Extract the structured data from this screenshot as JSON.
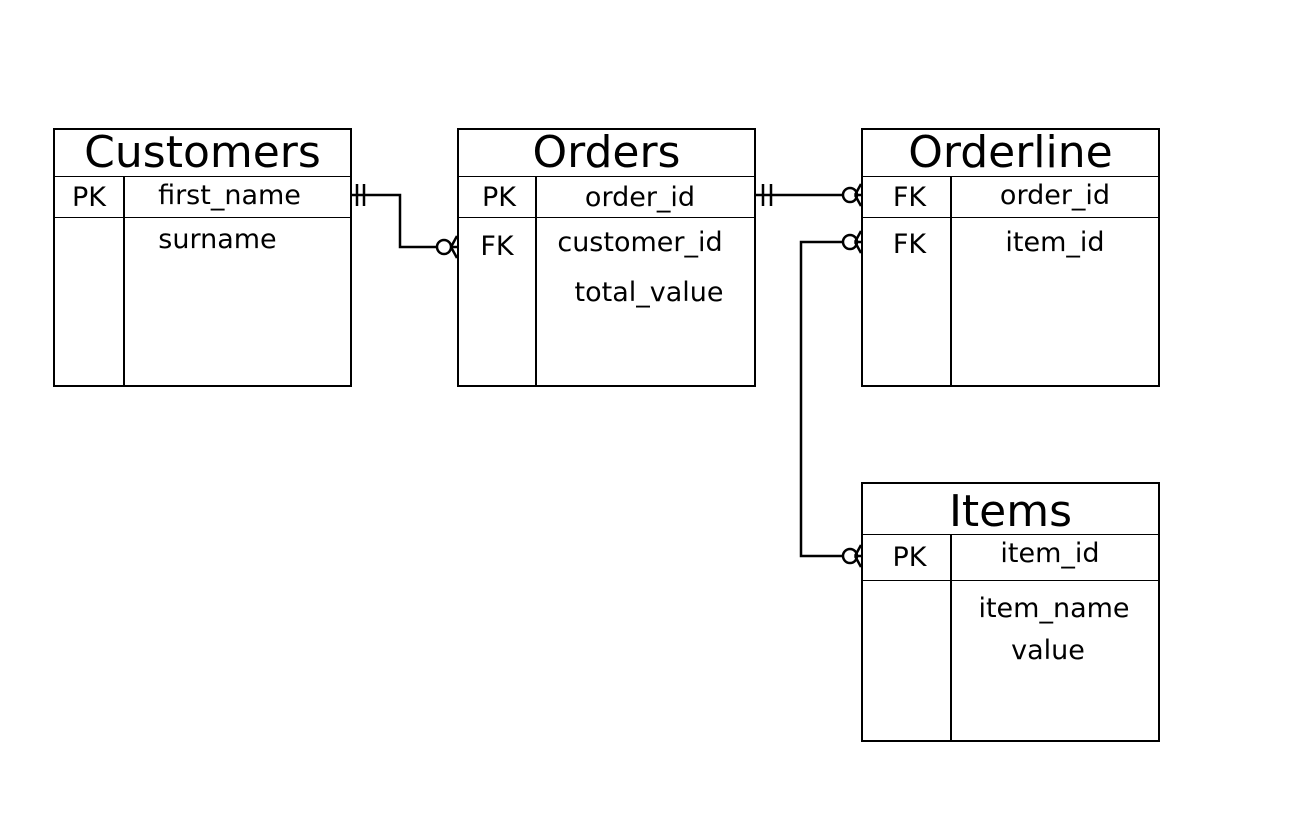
{
  "entities": {
    "customers": {
      "name": "Customers",
      "key": {
        "tag": "PK",
        "field": "first_name"
      },
      "attrs": [
        "surname"
      ]
    },
    "orders": {
      "name": "Orders",
      "key": {
        "tag": "PK",
        "field": "order_id"
      },
      "fk": {
        "tag": "FK",
        "field": "customer_id"
      },
      "attrs": [
        "total_value"
      ]
    },
    "orderline": {
      "name": "Orderline",
      "key": {
        "tag": "FK",
        "field": "order_id"
      },
      "fk": {
        "tag": "FK",
        "field": "item_id"
      }
    },
    "items": {
      "name": "Items",
      "key": {
        "tag": "PK",
        "field": "item_id"
      },
      "attrs": [
        "item_name",
        "value"
      ]
    }
  },
  "relationships": [
    {
      "from": "customers.first_name",
      "to": "orders.customer_id",
      "from_cardinality": "one-and-only-one",
      "to_cardinality": "zero-or-many"
    },
    {
      "from": "orders.order_id",
      "to": "orderline.order_id",
      "from_cardinality": "one-and-only-one",
      "to_cardinality": "zero-or-many"
    },
    {
      "from": "items.item_id",
      "to": "orderline.item_id",
      "from_cardinality": "zero-or-many",
      "to_cardinality": "zero-or-many"
    }
  ]
}
